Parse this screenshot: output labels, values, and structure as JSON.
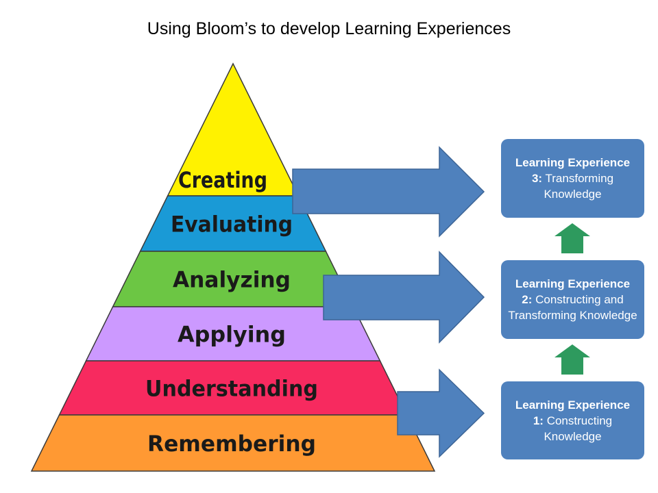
{
  "title": "Using Bloom’s to develop Learning Experiences",
  "pyramid": {
    "levels": [
      {
        "label": "Creating",
        "color": "#fff200"
      },
      {
        "label": "Evaluating",
        "color": "#1a9ad6"
      },
      {
        "label": "Analyzing",
        "color": "#6cc644"
      },
      {
        "label": "Applying",
        "color": "#cc99ff"
      },
      {
        "label": "Understanding",
        "color": "#f72a5f"
      },
      {
        "label": "Remembering",
        "color": "#ff9933"
      }
    ]
  },
  "experiences": [
    {
      "heading": "Learning Experience",
      "number": "3:",
      "text": "Transforming Knowledge"
    },
    {
      "heading": "Learning Experience",
      "number": "2:",
      "text": "Constructing and Transforming Knowledge"
    },
    {
      "heading": "Learning Experience",
      "number": "1:",
      "text": "Constructing Knowledge"
    }
  ],
  "colors": {
    "arrow_blue": "#4f81bd",
    "arrow_green": "#2e9a5e",
    "box_blue": "#4f81bd"
  }
}
